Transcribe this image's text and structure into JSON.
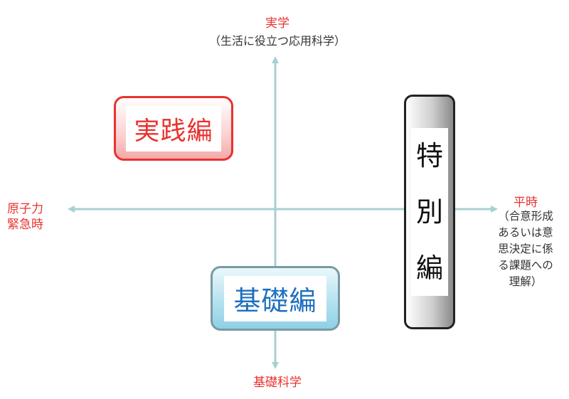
{
  "axes": {
    "top": {
      "title": "実学",
      "subtitle": "（生活に役立つ応用科学）"
    },
    "bottom": {
      "title": "基礎科学"
    },
    "left": {
      "line1": "原子力",
      "line2": "緊急時"
    },
    "right": {
      "title": "平時",
      "sub_line1": "（合意形成",
      "sub_line2": "あるいは意",
      "sub_line3": "思決定に係",
      "sub_line4": "る課題への",
      "sub_line5": "理解）"
    }
  },
  "boxes": {
    "practice": {
      "label": "実践編"
    },
    "basic": {
      "label": "基礎編"
    },
    "special": {
      "char1": "特",
      "char2": "別",
      "char3": "編"
    }
  },
  "colors": {
    "axis_line": "#a8d0d2",
    "label_red": "#e8322e",
    "practice_border": "#e8322e",
    "basic_text": "#1e6fbf",
    "special_border": "#222222"
  }
}
